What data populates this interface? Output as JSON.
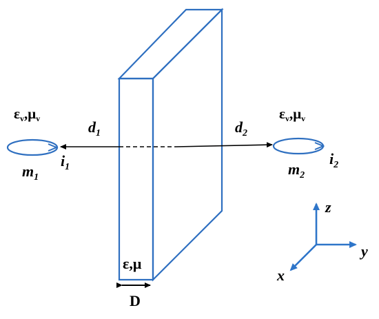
{
  "labels": {
    "eps_mu_left_eps": "ε",
    "eps_mu_left_sub_v1": "v",
    "eps_mu_left_mu": "μ",
    "eps_mu_left_sub_v2": "v",
    "eps_mu_right_eps": "ε",
    "eps_mu_right_sub_v1": "v",
    "eps_mu_right_mu": "μ",
    "eps_mu_right_sub_v2": "v",
    "d1_main": "d",
    "d1_sub": "1",
    "d2_main": "d",
    "d2_sub": "2",
    "m1_main": "m",
    "m1_sub": "1",
    "m2_main": "m",
    "m2_sub": "2",
    "i1_main": "i",
    "i1_sub": "1",
    "i2_main": "i",
    "i2_sub": "2",
    "slab_material": "ε,μ",
    "thickness": "D",
    "axis_x": "x",
    "axis_y": "y",
    "axis_z": "z",
    "comma": ","
  },
  "colors": {
    "slab": "#2e6fc0",
    "loop": "#2e6fc0",
    "axes": "#2e75c9",
    "line": "#000000"
  }
}
